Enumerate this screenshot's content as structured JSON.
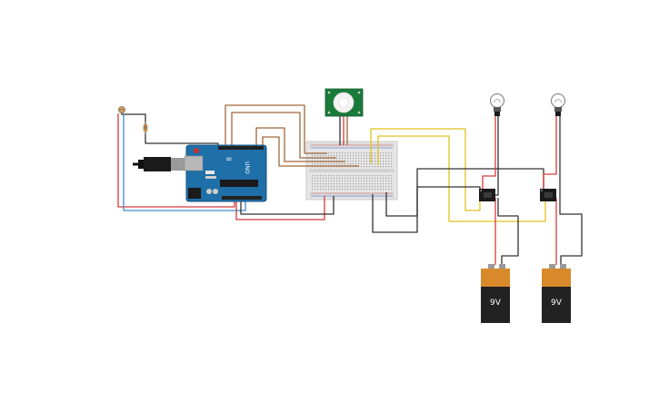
{
  "arduino": {
    "brand_text": "UNO",
    "logo_text": "∞"
  },
  "batteries": [
    {
      "label": "9V"
    },
    {
      "label": "9V"
    }
  ],
  "colors": {
    "wire_black": "#333333",
    "wire_red": "#d83a3a",
    "wire_blue": "#3b8fd1",
    "wire_brown": "#a0673a",
    "wire_yellow": "#e0c21e",
    "arduino_board": "#1f6fa8",
    "pir_board": "#1a7a3a",
    "battery_top": "#d88a2a",
    "battery_body": "#222222"
  }
}
